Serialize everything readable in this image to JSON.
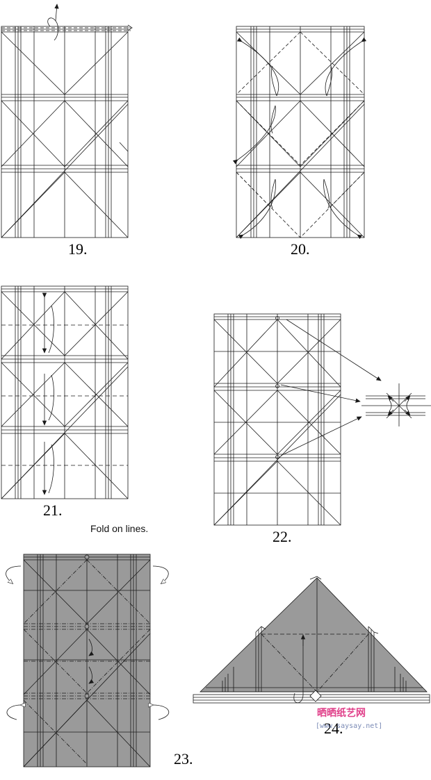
{
  "steps": {
    "s19": "19.",
    "s20": "20.",
    "s21": "21.",
    "s22": "22.",
    "s23": "23.",
    "s24": "24."
  },
  "captions": {
    "step21": "Fold on lines."
  },
  "watermark": {
    "title": "晒晒纸艺网",
    "url": "[www.saysay.net]"
  },
  "colors": {
    "line": "#1a1a1a",
    "paper_back": "#9a9a9a",
    "paper_front": "#ffffff",
    "watermark": "#e0408a"
  }
}
